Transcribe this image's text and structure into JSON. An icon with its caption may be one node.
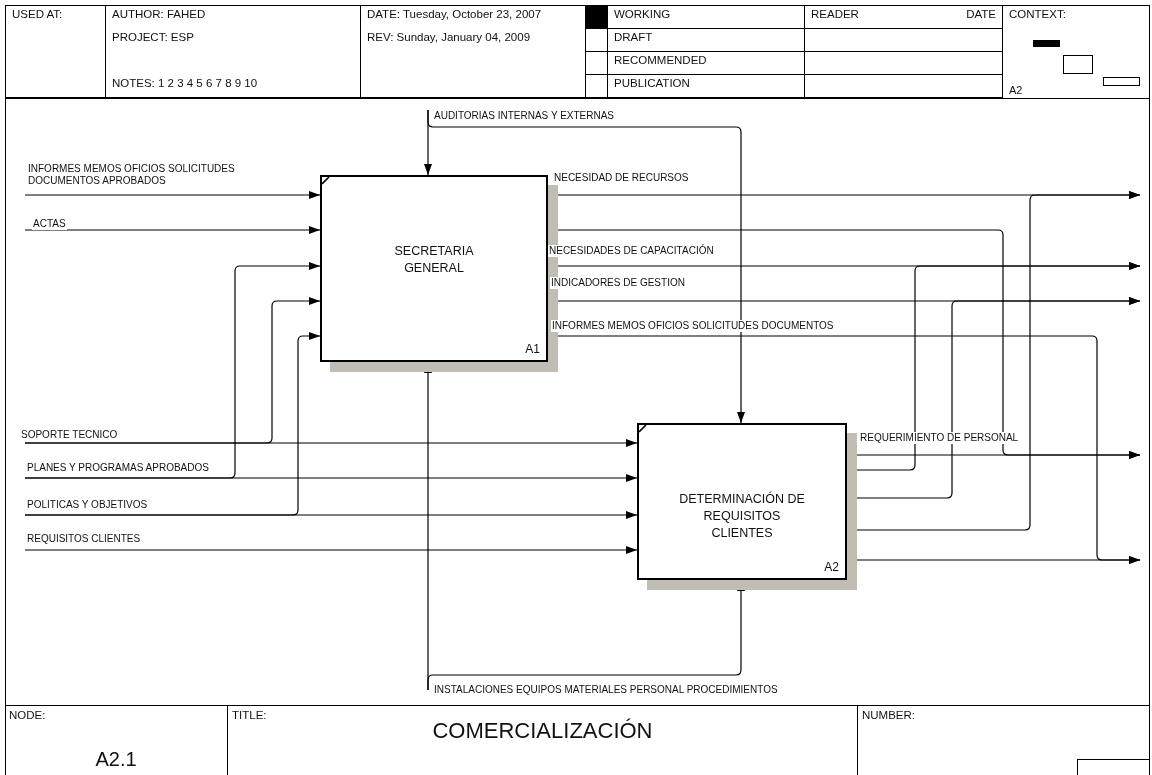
{
  "diagram": {
    "title": "COMERCIALIZACIÓN",
    "nodes": [
      {
        "text": [
          "SECRETARIA GENERAL",
          "A1"
        ]
      },
      {
        "text": [
          "DETERMINACIÓN DE REQUISITOS CLIENTES",
          "A2"
        ]
      }
    ],
    "edges": [
      {
        "from": null,
        "to": 0,
        "arrow": "to",
        "label": "INFORMES MEMOS OFICIOS SOLICITUDES DOCUMENTOS APROBADOS"
      },
      {
        "from": null,
        "to": 0,
        "arrow": "to",
        "label": "ACTAS"
      },
      {
        "from": null,
        "to": 1,
        "arrow": "to",
        "label": "SOPORTE TECNICO"
      },
      {
        "from": null,
        "to": 0,
        "arrow": "to"
      },
      {
        "from": null,
        "to": 1,
        "arrow": "to",
        "label": "PLANES Y PROGRAMAS APROBADOS"
      },
      {
        "from": null,
        "to": 0,
        "arrow": "to"
      },
      {
        "from": null,
        "to": 1,
        "arrow": "to",
        "label": "POLITICAS Y OBJETIVOS"
      },
      {
        "from": null,
        "to": 0,
        "arrow": "to"
      },
      {
        "from": null,
        "to": 1,
        "arrow": "to",
        "label": "REQUISITOS CLIENTES"
      },
      {
        "from": null,
        "to": 0,
        "arrow": "to",
        "label": "AUDITORIAS INTERNAS Y EXTERNAS"
      },
      {
        "from": null,
        "to": 1,
        "arrow": "to"
      },
      {
        "from": null,
        "to": 0,
        "arrow": "to",
        "label": "INSTALACIONES EQUIPOS MATERIALES PERSONAL PROCEDIMIENTOS"
      },
      {
        "from": null,
        "to": 1,
        "arrow": "to"
      },
      {
        "from": 0,
        "to": null,
        "arrow": "to",
        "label": "NECESIDAD DE RECURSOS"
      },
      {
        "from": 1,
        "to": null,
        "arrow": "to"
      },
      {
        "from": 0,
        "to": null,
        "arrow": "to"
      },
      {
        "from": 1,
        "to": null,
        "arrow": "to",
        "label": "REQUERIMIENTO DE PERSONAL"
      },
      {
        "from": 0,
        "to": null,
        "arrow": "to",
        "label": "NECESIDADES DE CAPACITACIÓN"
      },
      {
        "from": 1,
        "to": null,
        "arrow": "to"
      },
      {
        "from": 0,
        "to": null,
        "arrow": "to",
        "label": "INDICADORES DE GESTION"
      },
      {
        "from": 1,
        "to": null,
        "arrow": "to"
      },
      {
        "from": 0,
        "to": null,
        "arrow": "to",
        "label": "INFORMES MEMOS OFICIOS SOLICITUDES DOCUMENTOS"
      },
      {
        "from": 1,
        "to": null,
        "arrow": "to"
      }
    ],
    "labels": [
      "USED AT:",
      "AUTHOR: FAHED",
      "DATE: Tuesday, October 23, 2007",
      "WORKING",
      "READER",
      "DATE",
      "CONTEXT:",
      "PROJECT: ESP",
      "REV: Sunday, January 04, 2009",
      "DRAFT",
      "RECOMMENDED",
      "NOTES: 1 2 3 4 5 6 7 8 9 10",
      "PUBLICATION",
      "A2",
      "NODE:",
      "TITLE:",
      "NUMBER:",
      "A2.1"
    ]
  }
}
